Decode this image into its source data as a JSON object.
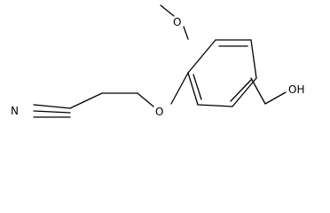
{
  "molecule": {
    "atoms": {
      "methoxy_oxygen": "O",
      "ether_oxygen": "O",
      "hydroxyl": "OH",
      "nitrile_nitrogen": "N"
    }
  },
  "colors": {
    "bond": "#000000",
    "text": "#000000",
    "background": "#ffffff"
  }
}
